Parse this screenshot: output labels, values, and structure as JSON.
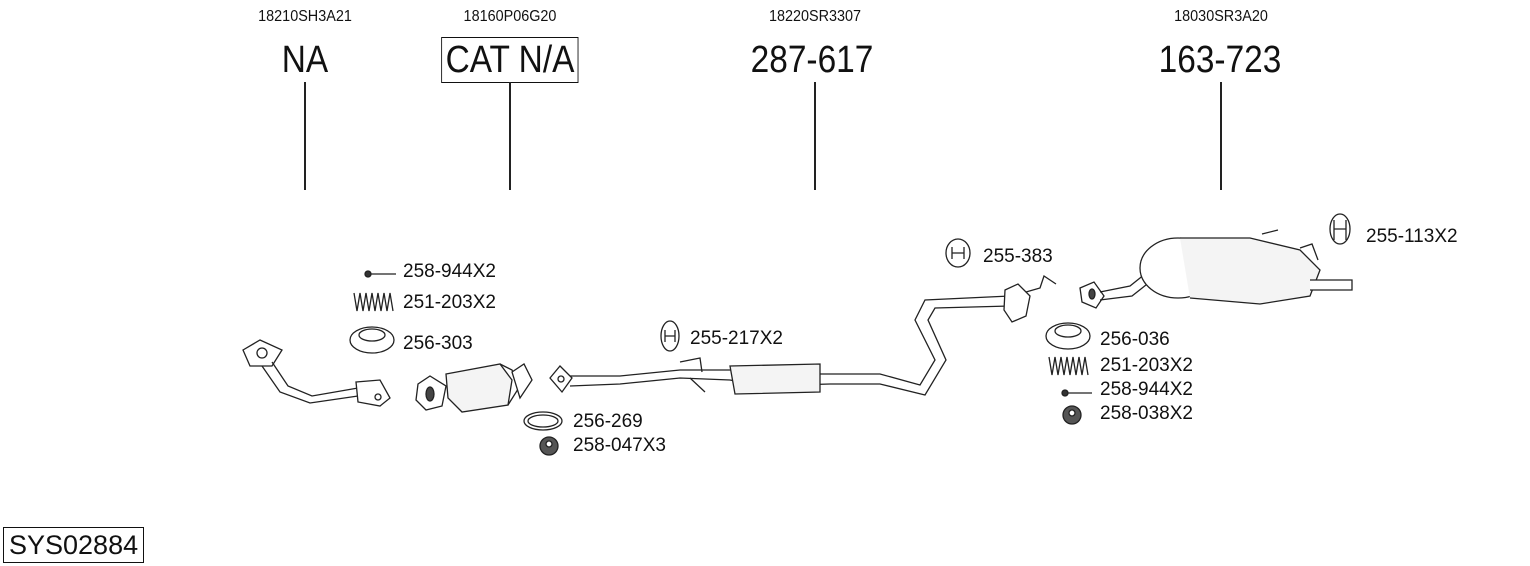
{
  "columns": [
    {
      "oem_code": "18210SH3A21",
      "part_number": "NA",
      "boxed": false
    },
    {
      "oem_code": "18160P06G20",
      "part_number": "CAT N/A",
      "boxed": true
    },
    {
      "oem_code": "18220SR3307",
      "part_number": "287-617",
      "boxed": false
    },
    {
      "oem_code": "18030SR3A20",
      "part_number": "163-723",
      "boxed": false
    }
  ],
  "accessories": {
    "front_bolt": "258-944X2",
    "front_spring": "251-203X2",
    "front_ring": "256-303",
    "cat_gasket": "256-269",
    "cat_nut": "258-047X3",
    "mid_hanger": "255-217X2",
    "rear_hanger": "255-383",
    "tail_hanger": "255-113X2",
    "rear_ring": "256-036",
    "rear_spring": "251-203X2",
    "rear_bolt": "258-944X2",
    "rear_nut": "258-038X2"
  },
  "system_id": "SYS02884"
}
